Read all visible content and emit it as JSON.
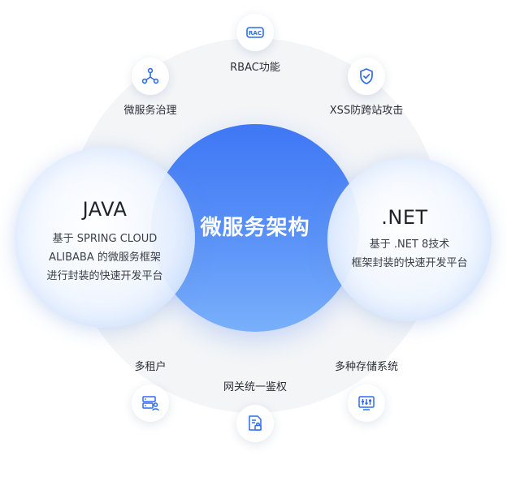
{
  "center": {
    "title": "微服务架构"
  },
  "java": {
    "title": "JAVA",
    "desc_line1": "基于 SPRING CLOUD",
    "desc_line2": "ALIBABA 的微服务框架",
    "desc_line3": "进行封装的快速开发平台"
  },
  "dotnet": {
    "title": ".NET",
    "desc_line1": "基于 .NET 8技术",
    "desc_line2": "框架封装的快速开发平台"
  },
  "features": {
    "rbac": {
      "label": "RBAC功能",
      "icon": "rbac-badge-icon",
      "icon_text": "RAC"
    },
    "xss": {
      "label": "XSS防跨站攻击",
      "icon": "shield-check-icon"
    },
    "micro": {
      "label": "微服务治理",
      "icon": "network-nodes-icon"
    },
    "tenant": {
      "label": "多租户",
      "icon": "server-user-icon"
    },
    "gateway": {
      "label": "网关统一鉴权",
      "icon": "document-lock-icon"
    },
    "storage": {
      "label": "多种存储系统",
      "icon": "storage-monitor-icon"
    }
  },
  "colors": {
    "accent": "#3f77f5",
    "icon": "#2f6bf0",
    "ring": "#f3f5f7"
  }
}
